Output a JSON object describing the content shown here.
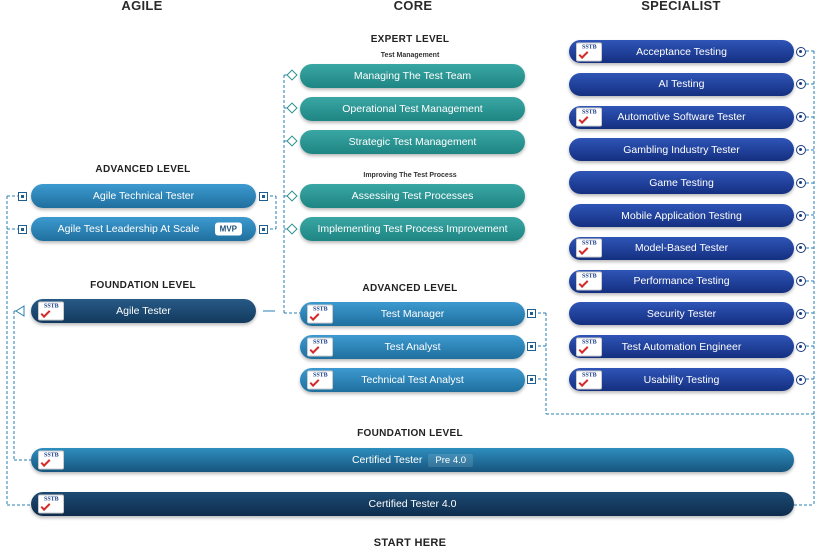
{
  "columns": {
    "agile": "AGILE",
    "core": "CORE",
    "specialist": "SPECIALIST"
  },
  "core": {
    "expert_heading": "EXPERT LEVEL",
    "test_management_heading": "Test Management",
    "expert_tm": [
      "Managing The Test Team",
      "Operational Test Management",
      "Strategic Test Management"
    ],
    "improving_heading": "Improving The Test Process",
    "expert_itp": [
      "Assessing Test Processes",
      "Implementing Test Process Improvement"
    ],
    "advanced_heading": "ADVANCED LEVEL",
    "advanced": [
      "Test Manager",
      "Test Analyst",
      "Technical Test Analyst"
    ]
  },
  "agile": {
    "advanced_heading": "ADVANCED LEVEL",
    "advanced": [
      "Agile Technical Tester",
      "Agile Test Leadership At Scale"
    ],
    "mvp_badge": "MVP",
    "foundation_heading": "FOUNDATION LEVEL",
    "foundation": "Agile Tester"
  },
  "specialist": {
    "items": [
      "Acceptance Testing",
      "AI Testing",
      "Automotive Software Tester",
      "Gambling Industry Tester",
      "Game Testing",
      "Mobile Application Testing",
      "Model-Based Tester",
      "Performance Testing",
      "Security Tester",
      "Test Automation Engineer",
      "Usability Testing"
    ],
    "has_logo": [
      true,
      false,
      true,
      false,
      false,
      false,
      true,
      true,
      false,
      true,
      true
    ]
  },
  "foundation": {
    "heading": "FOUNDATION LEVEL",
    "ct_label": "Certified Tester",
    "ct_tag": "Pre 4.0",
    "ct4_label": "Certified Tester 4.0"
  },
  "footer": "START HERE",
  "logo_text": "SSTB",
  "colors": {
    "teal": "#2a9693",
    "blue": "#2a82b8",
    "specialist": "#1f3f98",
    "navy": "#1b4a72"
  }
}
